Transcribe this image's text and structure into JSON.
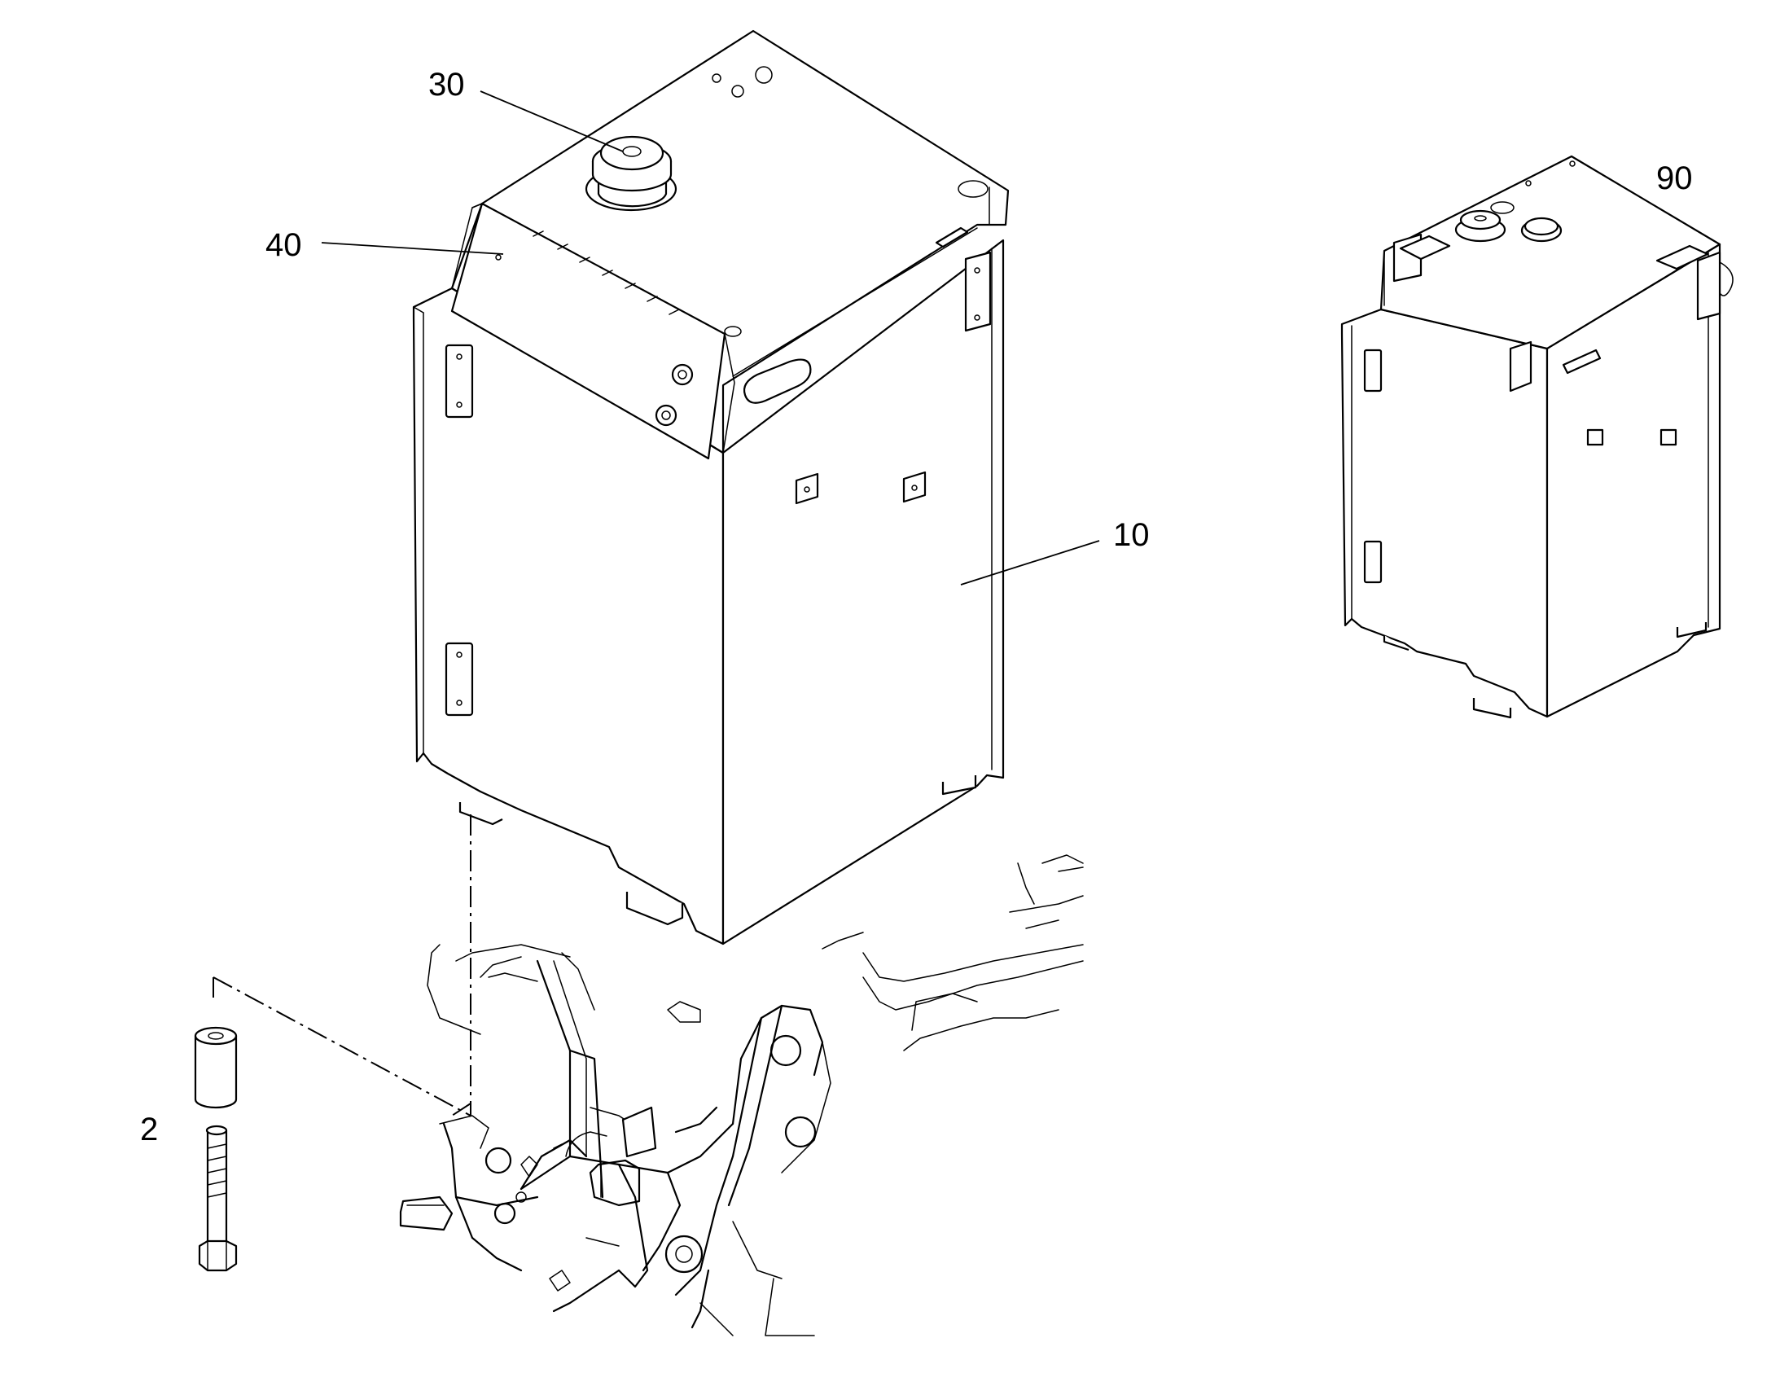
{
  "callouts": [
    {
      "id": "c2",
      "label": "2"
    },
    {
      "id": "c10",
      "label": "10"
    },
    {
      "id": "c30",
      "label": "30"
    },
    {
      "id": "c40",
      "label": "40"
    },
    {
      "id": "c90",
      "label": "90"
    }
  ],
  "colors": {
    "stroke": "#000000",
    "background": "#ffffff"
  }
}
